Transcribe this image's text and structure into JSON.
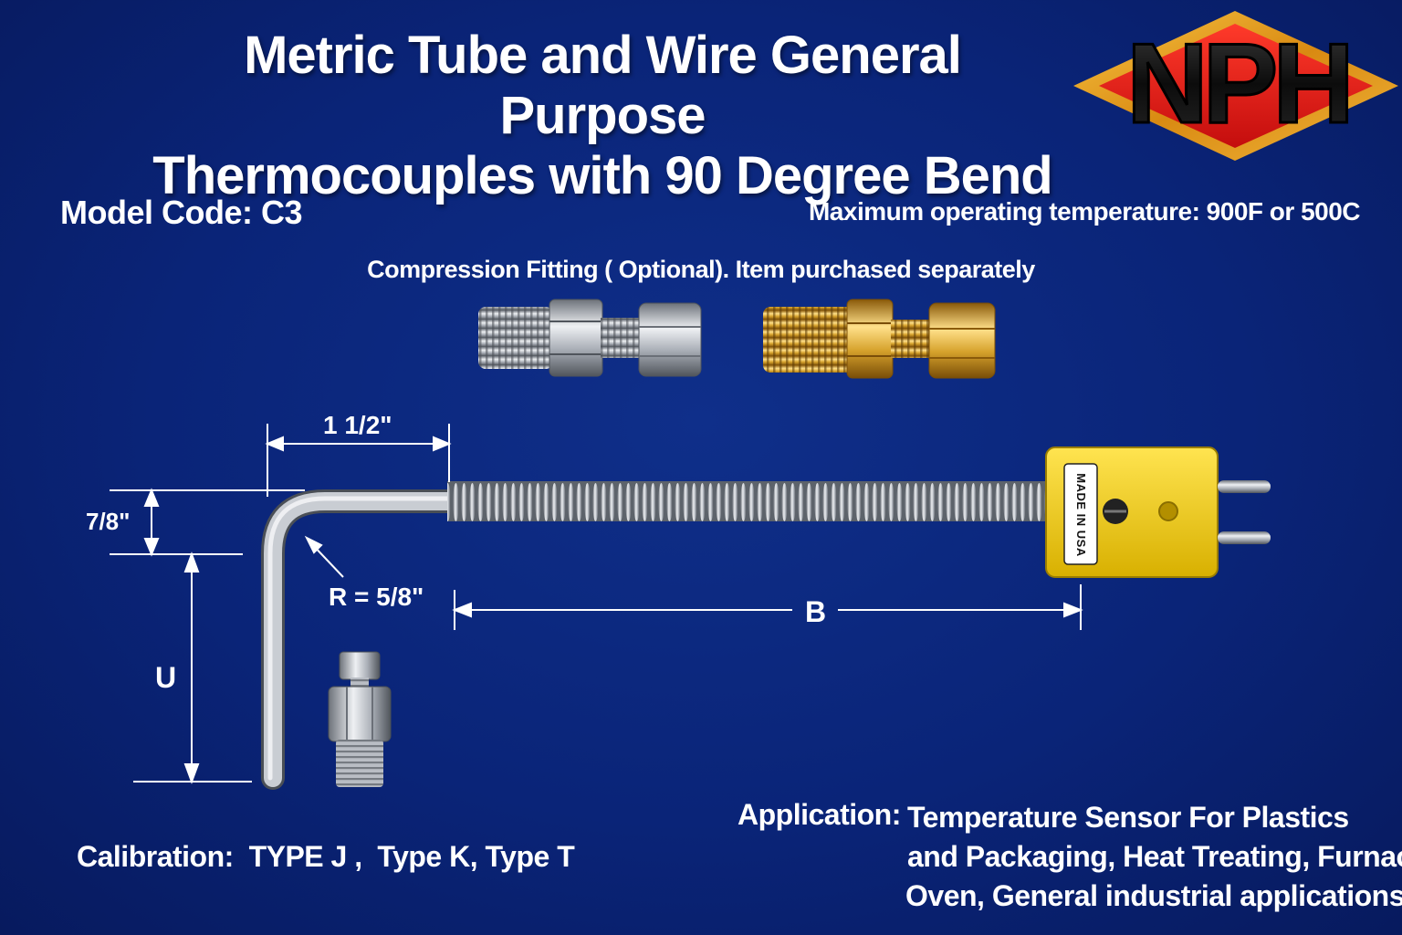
{
  "title": {
    "line1": "Metric Tube and Wire General Purpose",
    "line2": "Thermocouples with 90 Degree Bend"
  },
  "logo": {
    "text": "NPH",
    "colors": {
      "diamond_outer": "#e8a020",
      "diamond_inner": "#e31b1b",
      "letters": "#111111"
    }
  },
  "model_code": "Model Code: C3",
  "max_temp": "Maximum operating temperature: 900F or 500C",
  "fitting_caption": "Compression Fitting ( Optional). Item purchased separately",
  "dimensions": {
    "horizontal_length": "1 1/2\"",
    "bend_height": "7/8\"",
    "bend_radius": "R = 5/8\"",
    "immersion_length": "U",
    "cable_length": "B"
  },
  "connector": {
    "label": "MADE IN USA",
    "color": "#f2d21a"
  },
  "calibration": "Calibration:  TYPE J ,  Type K, Type T",
  "application": {
    "label": "Application:",
    "lines": [
      "Temperature Sensor For Plastics",
      "and Packaging, Heat Treating, Furnace,",
      "Oven, General industrial applications"
    ]
  },
  "colors": {
    "background": "#0a2478",
    "text": "#ffffff",
    "steel": "#b8bcc4",
    "brass": "#d4a52a"
  }
}
